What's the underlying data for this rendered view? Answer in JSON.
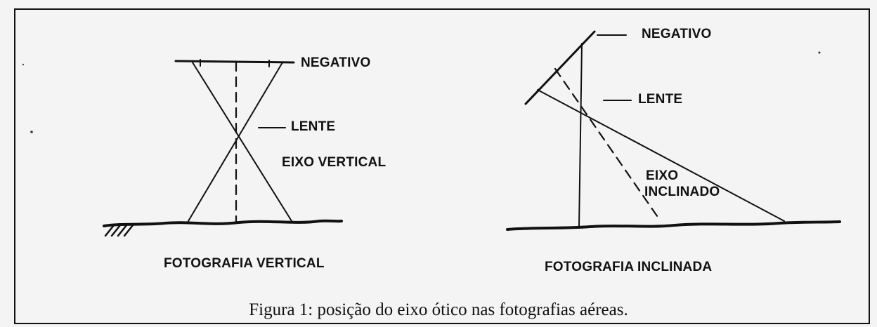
{
  "labels": {
    "left_negative": "NEGATIVO",
    "left_lens": "LENTE",
    "left_axis": "EIXO VERTICAL",
    "left_title": "FOTOGRAFIA VERTICAL",
    "right_negative": "NEGATIVO",
    "right_lens": "LENTE",
    "right_axis_line1": "EIXO",
    "right_axis_line2": "INCLINADO",
    "right_title": "FOTOGRAFIA INCLINADA"
  },
  "caption": "Figura 1: posição do eixo ótico nas fotografias aéreas."
}
